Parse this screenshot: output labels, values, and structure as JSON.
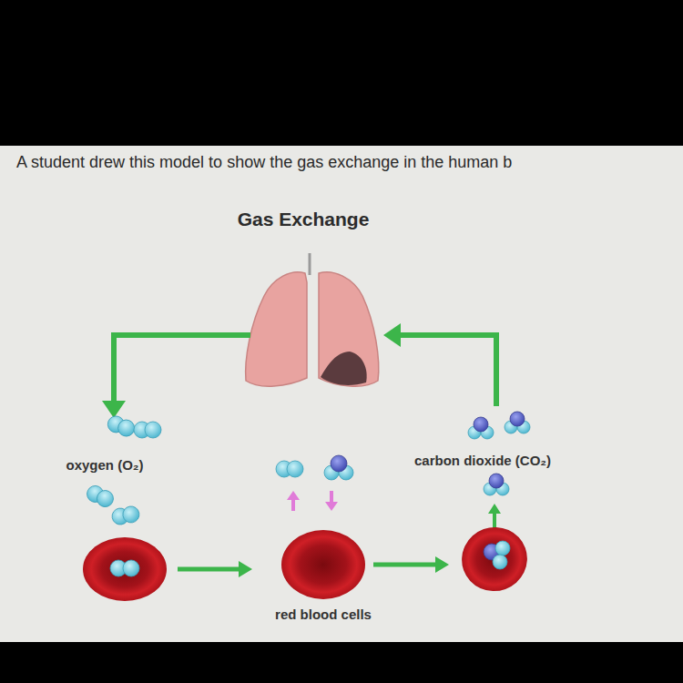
{
  "diagram": {
    "title": "Gas Exchange",
    "labels": [
      "A student drew this model to show the gas exchange in the human b",
      "oxygen (O₂)",
      "carbon dioxide (CO₂)",
      "red blood cells"
    ]
  }
}
